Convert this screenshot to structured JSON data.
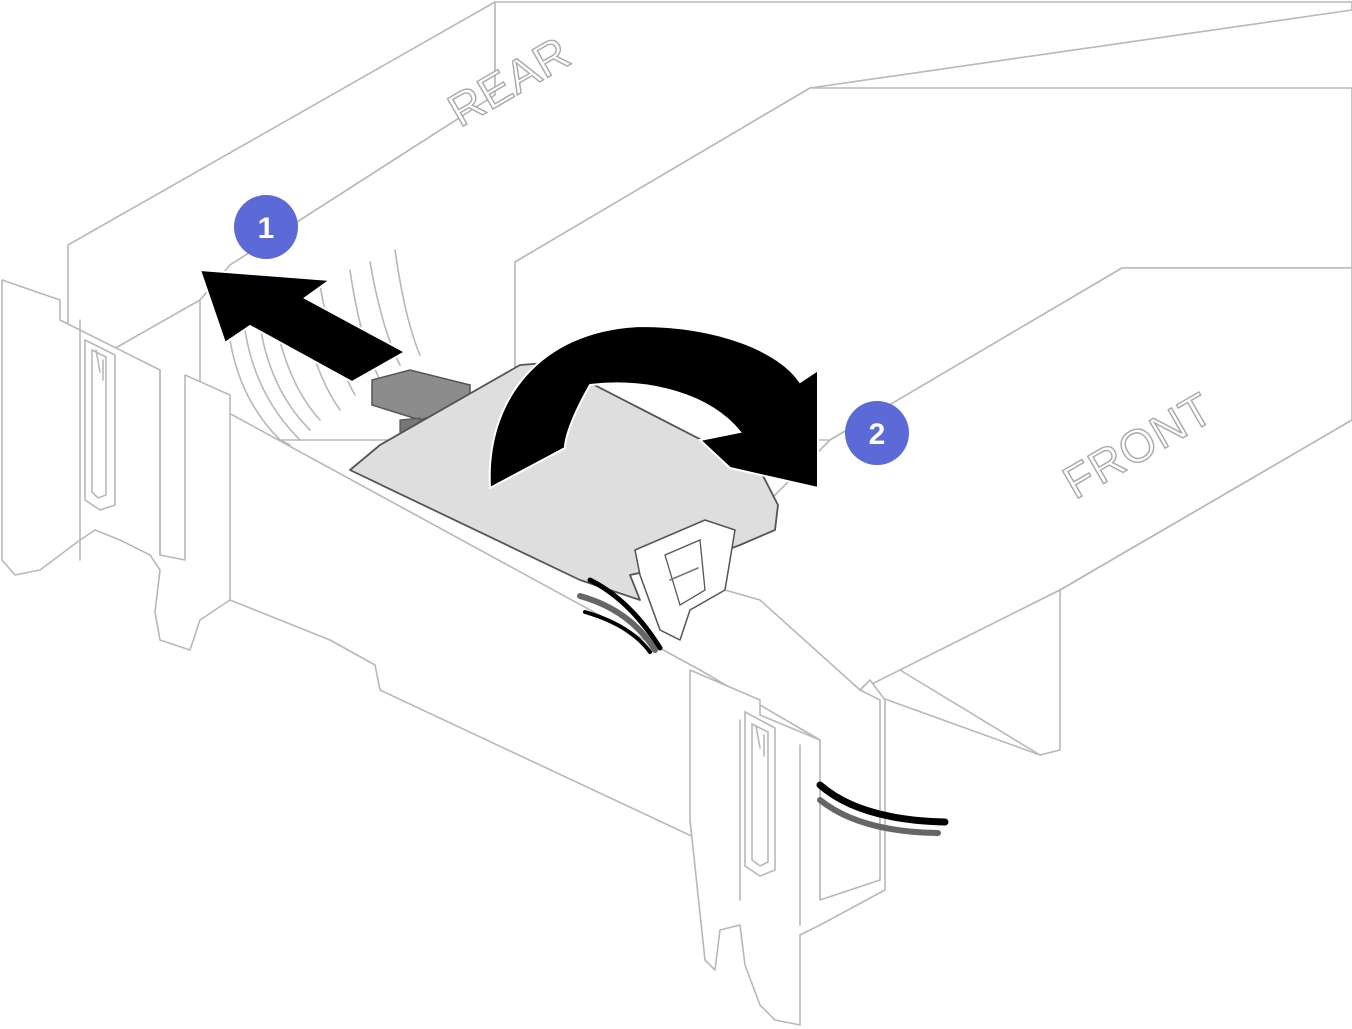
{
  "labels": {
    "rear": "REAR",
    "front": "FRONT"
  },
  "callouts": [
    {
      "number": "1",
      "color": "#5b6ad6"
    },
    {
      "number": "2",
      "color": "#5b6ad6"
    }
  ],
  "icons": {
    "step1_arrow": "arrow-straight-icon",
    "step2_arrow": "arrow-rotate-icon"
  }
}
